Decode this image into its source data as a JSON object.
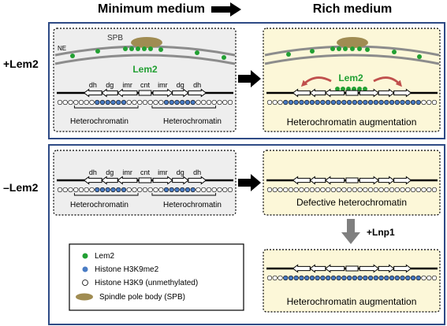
{
  "header": {
    "minimum": "Minimum medium",
    "rich": "Rich medium"
  },
  "rows": {
    "plus": "+Lem2",
    "minus": "–Lem2"
  },
  "labels": {
    "spb": "SPB",
    "ne": "NE",
    "lem2": "Lem2",
    "dh": "dh",
    "dg": "dg",
    "imr": "imr",
    "cnt": "cnt",
    "heterochromatin": "Heterochromatin",
    "augmentation": "Heterochromatin augmentation",
    "defective": "Defective heterochromatin",
    "lnp1": "+Lnp1"
  },
  "legend": [
    {
      "label": "Lem2",
      "icon": "green-dot"
    },
    {
      "label": "Histone H3K9me2",
      "icon": "blue-dot"
    },
    {
      "label": "Histone H3K9 (unmethylated)",
      "icon": "white-dot"
    },
    {
      "label": "Spindle pole body (SPB)",
      "icon": "olive-ellipse"
    }
  ],
  "colors": {
    "frame": "#2e4a85",
    "panel_gray": "#eeeeee",
    "panel_yellow": "#fcf7d8",
    "lem2_green": "#22a033",
    "h3k9me2_blue": "#4a7cc4",
    "spb_olive": "#a08c52",
    "red_arrow": "#c0504d",
    "gray_arrow": "#7f7f7f"
  }
}
